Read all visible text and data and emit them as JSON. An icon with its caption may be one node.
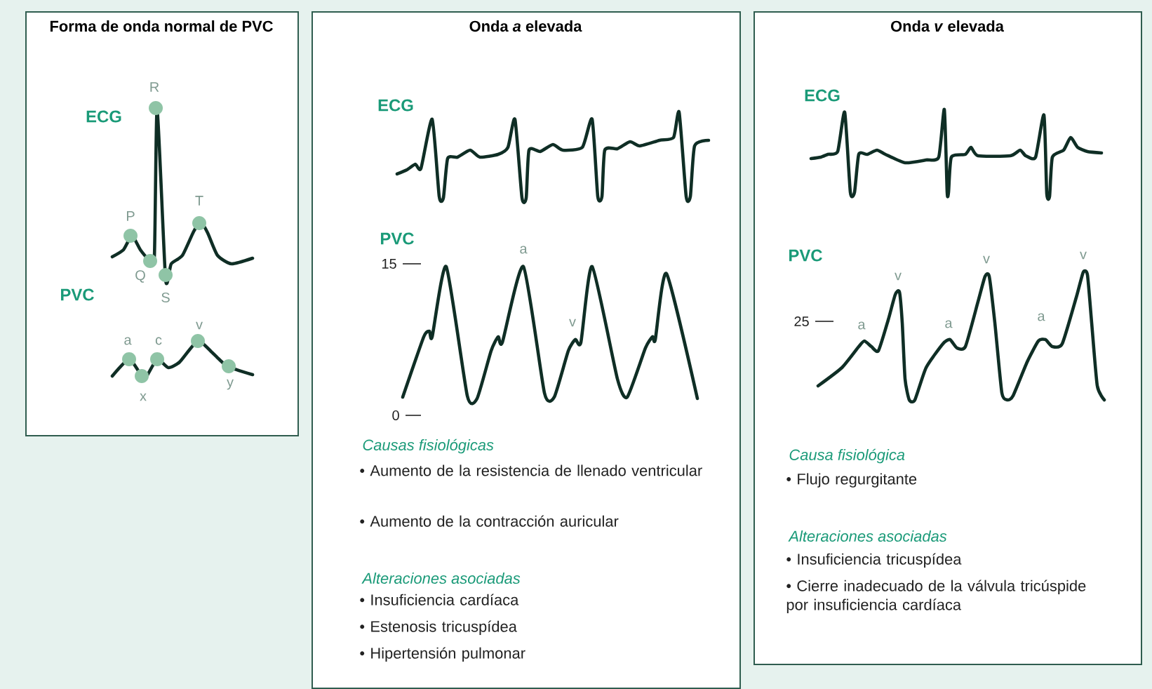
{
  "diagram": {
    "nodes": [
      {
        "text": [
          "Forma de onda normal de PVC"
        ]
      },
      {
        "text": [
          "Onda *a* elevada"
        ]
      },
      {
        "text": [
          "Onda *v* elevada"
        ]
      }
    ],
    "labels": [
      "ECG",
      "R",
      "P",
      "T",
      "Q",
      "S",
      "PVC",
      "a",
      "c",
      "v",
      "x",
      "y",
      "ECG",
      "PVC",
      "15",
      "a",
      "v",
      "0",
      "Causas fisiológicas",
      "• Aumento de la resistencia de llenado ventricular",
      "• Aumento de la contracción auricular",
      "Alteraciones asociadas",
      "• Insuficiencia cardíaca",
      "• Estenosis tricuspídea",
      "• Hipertensión pulmonar",
      "ECG",
      "PVC",
      "25",
      "v",
      "v",
      "v",
      "a",
      "a",
      "a",
      "Causa fisiológica",
      "• Flujo regurgitante",
      "Alteraciones asociadas",
      "• Insuficiencia tricuspídea",
      "• Cierre inadecuado de la válvula tricúspide por insuficiencia cardíaca"
    ]
  }
}
